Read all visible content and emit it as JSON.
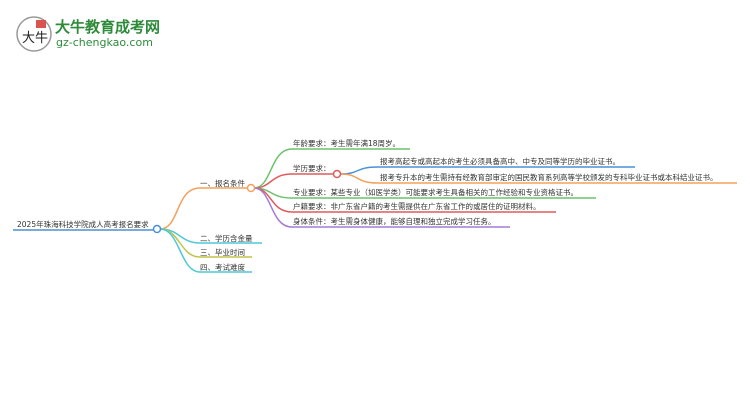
{
  "logo": {
    "title": "大牛教育成考网",
    "url": "gz-chengkao.com",
    "mark": "大牛"
  },
  "root": "2025年珠海科技学院成人高考报名要求",
  "branches": [
    {
      "label": "一、报名条件",
      "color": "#f5a05a"
    },
    {
      "label": "二、学历含金量",
      "color": "#4cc9d9"
    },
    {
      "label": "三、毕业时间",
      "color": "#c2c24a"
    },
    {
      "label": "四、考试难度",
      "color": "#4cc9d9"
    }
  ],
  "conditions": [
    {
      "label": "年龄要求：考生需年满18周岁。",
      "color": "#6cc26c"
    },
    {
      "label": "学历要求：",
      "color": "#e05a5a",
      "children": [
        {
          "label": "报考高起专或高起本的考生必须具备高中、中专及同等学历的毕业证书。",
          "color": "#4a90d9"
        },
        {
          "label": "报考专升本的考生需持有经教育部审定的国民教育系列高等学校颁发的专科毕业证书或本科结业证书。",
          "color": "#f5a05a"
        }
      ]
    },
    {
      "label": "专业要求：某些专业（如医学类）可能要求考生具备相关的工作经验和专业资格证书。",
      "color": "#6cc26c"
    },
    {
      "label": "户籍要求：非广东省户籍的考生需提供在广东省工作的或居住的证明材料。",
      "color": "#e05a5a"
    },
    {
      "label": "身体条件：考生需身体健康，能够自理和独立完成学习任务。",
      "color": "#a57bd6"
    }
  ]
}
